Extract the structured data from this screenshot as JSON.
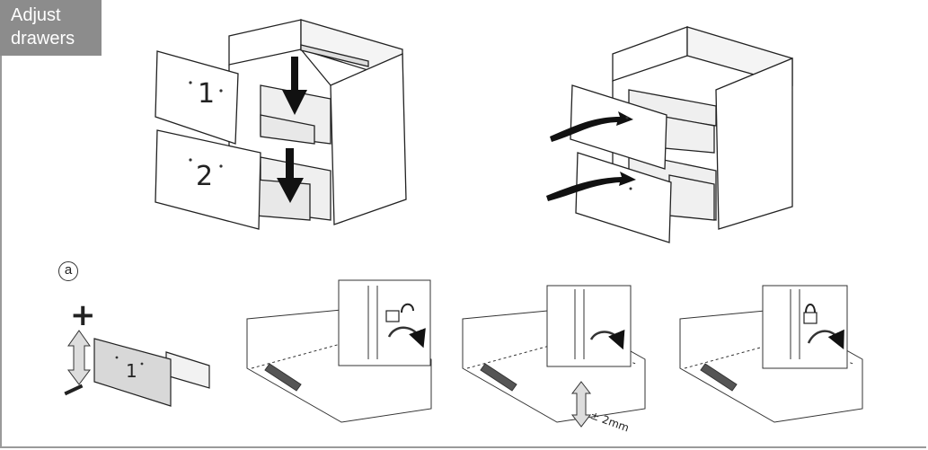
{
  "header": {
    "title_line1": "Adjust",
    "title_line2": "drawers"
  },
  "steps": {
    "marker": "a"
  },
  "drawers": {
    "top_number": "1",
    "bottom_number": "2",
    "detail_number": "1"
  },
  "adjustment": {
    "plus": "+",
    "minus": "−",
    "range": "± 2mm"
  },
  "icons": {
    "unlock": "unlock-icon",
    "lock": "lock-icon"
  }
}
